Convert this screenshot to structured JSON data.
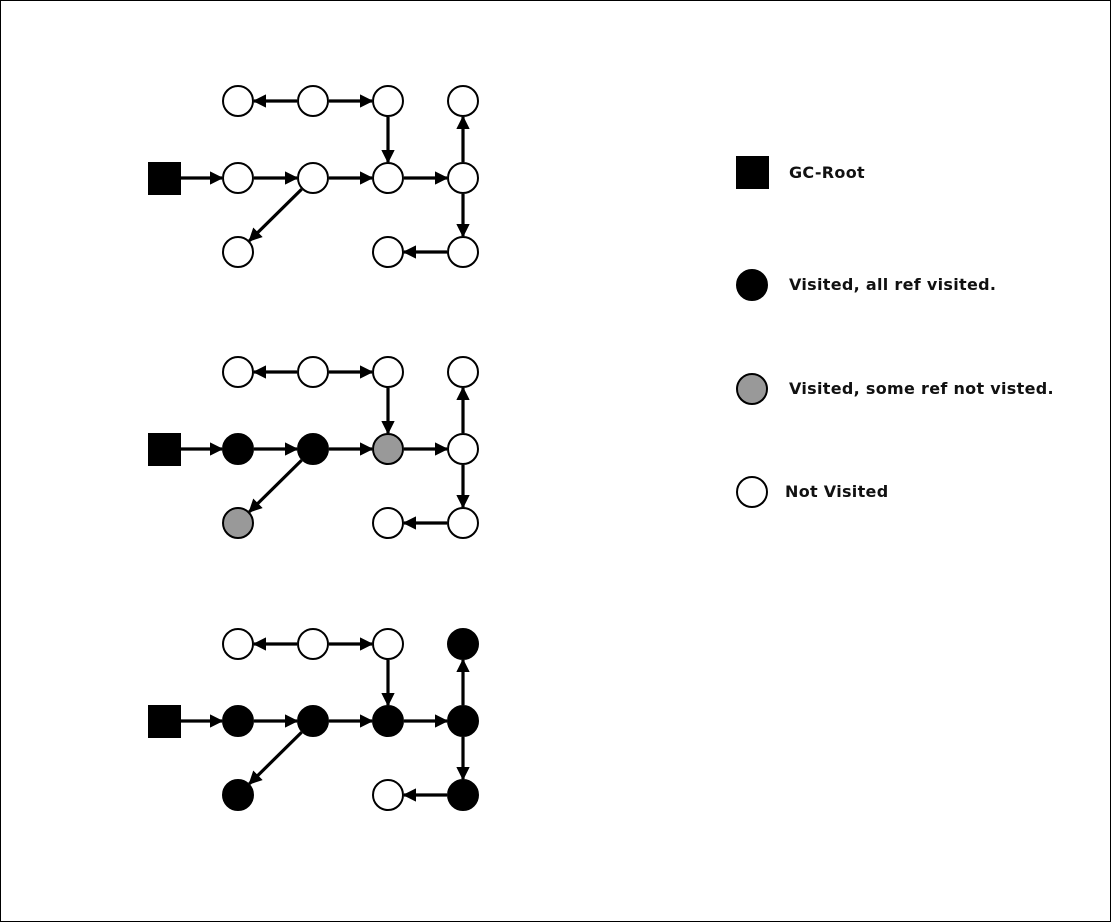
{
  "legend": {
    "gc_root": "GC-Root",
    "black": "Visited, all ref visited.",
    "gray": "Visited, some ref not visted.",
    "white": "Not Visited"
  },
  "colors": {
    "black": "#000000",
    "gray": "#999999",
    "white": "#ffffff",
    "stroke": "#000000"
  },
  "states": [
    {
      "n1": "white",
      "n2": "white",
      "n3": "white",
      "n4": "white",
      "n5": "white",
      "n6": "white",
      "n7": "white",
      "n8": "white",
      "n9": "white",
      "n10": "white"
    },
    {
      "n1": "white",
      "n2": "white",
      "n3": "white",
      "n4": "white",
      "n5": "black",
      "n6": "black",
      "n7": "gray",
      "n8": "white",
      "n9": "gray",
      "n10": "white"
    },
    {
      "n1": "white",
      "n2": "white",
      "n3": "white",
      "n4": "black",
      "n5": "black",
      "n6": "black",
      "n7": "black",
      "n8": "black",
      "n9": "black",
      "n10": "black"
    }
  ],
  "edges": [
    [
      "root",
      "n5"
    ],
    [
      "n5",
      "n6"
    ],
    [
      "n6",
      "n7"
    ],
    [
      "n7",
      "n8"
    ],
    [
      "n2",
      "n1"
    ],
    [
      "n2",
      "n3"
    ],
    [
      "n3",
      "n7"
    ],
    [
      "n8",
      "n4"
    ],
    [
      "n8",
      "n10"
    ],
    [
      "n10",
      "n11"
    ],
    [
      "n6",
      "n9"
    ]
  ]
}
